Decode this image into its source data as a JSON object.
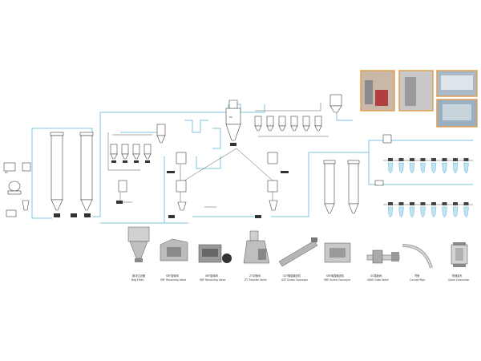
{
  "diagram": {
    "small_labels": {
      "left_box_a": "RV",
      "left_box_b": "",
      "filter_top": "PC"
    },
    "equipment_gallery": [
      {
        "id": "bag-filter",
        "zh": "脉冲过滤器",
        "en": "Bag Filter"
      },
      {
        "id": "rotary-valve-1",
        "zh": "SRF旋转阀",
        "en": "SRF Revolving Valve"
      },
      {
        "id": "rotary-valve-2",
        "zh": "SRF旋转阀",
        "en": "SRF Revolving Valve"
      },
      {
        "id": "transfer-valve",
        "zh": "ZT切换阀",
        "en": "ZT Transfer Valve"
      },
      {
        "id": "screw-conveyor",
        "zh": "SXT螺旋输送机",
        "en": "SXT Screw Conveyor"
      },
      {
        "id": "screw-conveyor-2",
        "zh": "SRE螺旋输送机",
        "en": "SRE Screw Conveyor"
      },
      {
        "id": "gate-valve",
        "zh": "SG插板阀",
        "en": "SAVE Gate Valve"
      },
      {
        "id": "curved-pipe",
        "zh": "弯管",
        "en": "Curved Pipe"
      },
      {
        "id": "quick-connector",
        "zh": "快速接头",
        "en": "Quick Connector"
      }
    ],
    "colors": {
      "pipe": "#7fc4e0",
      "line": "#555555",
      "photo_frame": "#e0a050"
    }
  }
}
